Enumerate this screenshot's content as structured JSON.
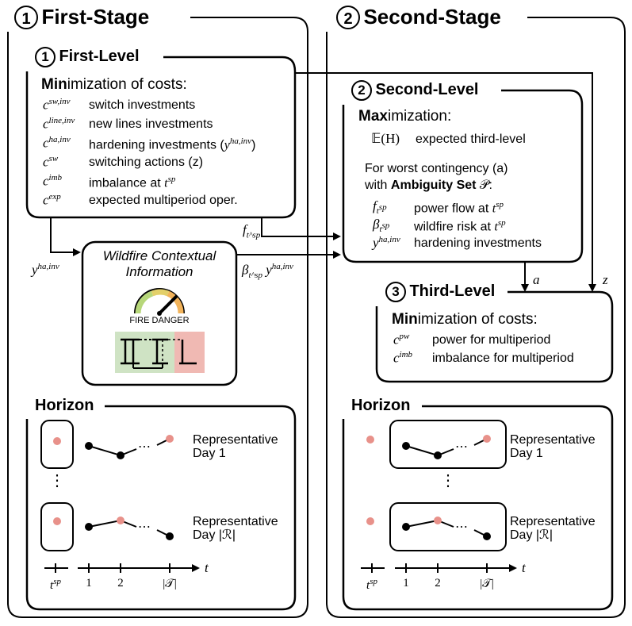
{
  "stage1": {
    "number": "1",
    "title": "First-Stage"
  },
  "stage2": {
    "number": "2",
    "title": "Second-Stage"
  },
  "level1": {
    "number": "1",
    "title": "First-Level",
    "heading_bold": "Min",
    "heading_rest": "imization of costs:",
    "items": [
      {
        "symbol": "c",
        "sup": "sw,inv",
        "desc": "switch investments"
      },
      {
        "symbol": "c",
        "sup": "line,inv",
        "desc": "new lines investments"
      },
      {
        "symbol": "c",
        "sup": "ha,inv",
        "desc": "hardening investments (y^ha,inv)"
      },
      {
        "symbol": "c",
        "sup": "sw",
        "desc": "switching actions (z)"
      },
      {
        "symbol": "c",
        "sup": "imb",
        "desc": "imbalance at t^sp"
      },
      {
        "symbol": "c",
        "sup": "exp",
        "desc": "expected multiperiod oper."
      }
    ]
  },
  "level2": {
    "number": "2",
    "title": "Second-Level",
    "heading_bold": "Max",
    "heading_rest": "imization:",
    "expect_symbol": "𝔼(H)",
    "expect_desc": "expected third-level",
    "worst_line1": "For worst contingency (a)",
    "worst_line2_pre": "with",
    "worst_line2_bold": "Ambiguity Set",
    "worst_line2_post": "𝒫:",
    "items": [
      {
        "symbol": "f",
        "sub": "t^sp",
        "desc": "power flow at t^sp"
      },
      {
        "symbol": "β",
        "sub": "t^sp",
        "desc": "wildfire risk at t^sp"
      },
      {
        "symbol": "y",
        "sup": "ha,inv",
        "desc": "hardening investments"
      }
    ]
  },
  "level3": {
    "number": "3",
    "title": "Third-Level",
    "heading_bold": "Min",
    "heading_rest": "imization of costs:",
    "items": [
      {
        "symbol": "c",
        "sup": "pw",
        "desc": "power for multiperiod"
      },
      {
        "symbol": "c",
        "sup": "imb",
        "desc": "imbalance for multiperiod"
      }
    ]
  },
  "wildfire": {
    "title_line1": "Wildfire Contextual",
    "title_line2": "Information",
    "gauge_label": "FIRE DANGER"
  },
  "arrows": {
    "f_label": "f",
    "f_sub": "t^sp",
    "beta_label": "β",
    "beta_sub": "t^sp",
    "y_label": "y",
    "y_sup": "ha,inv",
    "y_left_label": "y",
    "y_left_sup": "ha,inv",
    "a_label": "a",
    "z_label": "z"
  },
  "horizon_left": {
    "title": "Horizon",
    "day1": [
      "Representative",
      "Day 1"
    ],
    "dayR": [
      "Representative",
      "Day |ℛ|"
    ],
    "ticks": [
      "t^sp",
      "1",
      "2",
      "|𝒯|"
    ],
    "axis_label": "t"
  },
  "horizon_right": {
    "title": "Horizon",
    "day1": [
      "Representative",
      "Day 1"
    ],
    "dayR": [
      "Representative",
      "Day |ℛ|"
    ],
    "ticks": [
      "t^sp",
      "1",
      "2",
      "|𝒯|"
    ],
    "axis_label": "t"
  },
  "colors": {
    "dot_pink": "#e8918a",
    "green_zone": "#cfe3c4",
    "red_zone": "#f0b9b3",
    "gauge_green": "#b7d77a",
    "gauge_orange": "#f2b35a"
  }
}
